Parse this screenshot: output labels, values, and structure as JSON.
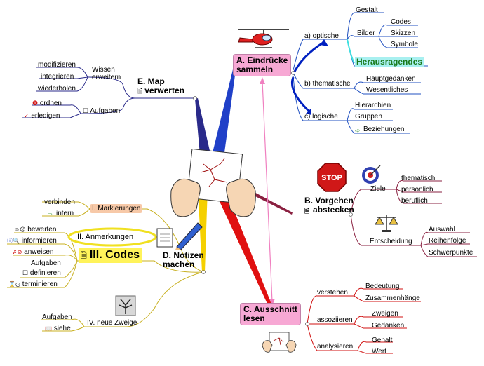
{
  "center": {
    "icon": "hands-holding-mindmap-icon"
  },
  "A": {
    "title_line1": "A. Eindrücke",
    "title_line2": "sammeln",
    "icon": "helicopter-icon",
    "optische": {
      "label": "a) optische",
      "gestalt": "Gestalt",
      "bilder": "Bilder",
      "bilder_items": [
        "Codes",
        "Skizzen",
        "Symbole"
      ],
      "herausragendes": "Herausragendes"
    },
    "thematische": {
      "label": "b) thematische",
      "items": [
        "Hauptgedanken",
        "Wesentliches"
      ]
    },
    "logische": {
      "label": "c) logische",
      "items": [
        "Hierarchien",
        "Gruppen",
        "Beziehungen"
      ]
    }
  },
  "B": {
    "title_line1": "B. Vorgehen",
    "title_line2": "abstecken",
    "stop_sign": "STOP",
    "ziele": {
      "label": "Ziele",
      "items": [
        "thematisch",
        "persönlich",
        "beruflich"
      ]
    },
    "entscheidung": {
      "label": "Entscheidung",
      "items": [
        "Auswahl",
        "Reihenfolge",
        "Schwerpunkte"
      ]
    }
  },
  "C": {
    "title_line1": "C. Ausschnitt",
    "title_line2": "lesen",
    "verstehen": {
      "label": "verstehen",
      "items": [
        "Bedeutung",
        "Zusammenhänge"
      ]
    },
    "assoziieren": {
      "label": "assoziieren",
      "items": [
        "Zweigen",
        "Gedanken"
      ]
    },
    "analysieren": {
      "label": "analysieren",
      "items": [
        "Gehalt",
        "Wert"
      ]
    }
  },
  "D": {
    "title_line1": "D. Notizen",
    "title_line2": "machen",
    "markierungen": {
      "label": "I. Markierungen",
      "items": [
        "verbinden",
        "intern"
      ]
    },
    "anmerkungen": "II. Anmerkungen",
    "codes": {
      "label": "III. Codes",
      "items": [
        "bewerten",
        "informieren",
        "anweisen",
        "Aufgaben",
        "definieren",
        "terminieren"
      ]
    },
    "neue_zweige": {
      "label": "IV. neue Zweige",
      "items": [
        "Aufgaben",
        "siehe"
      ]
    }
  },
  "E": {
    "title_line1": "E. Map",
    "title_line2": "verwerten",
    "wissen": {
      "label_line1": "Wissen",
      "label_line2": "erweitern",
      "items": [
        "modifizieren",
        "integrieren",
        "wiederholen"
      ]
    },
    "aufgaben": {
      "label": "Aufgaben",
      "items": [
        "ordnen",
        "erledigen"
      ]
    }
  },
  "colors": {
    "blue": "#2040c8",
    "navy": "#2a2a8a",
    "red": "#e01010",
    "yellow": "#f5d000",
    "maroon": "#8a2040",
    "pink": "#f7a8d4",
    "green_text": "#1a7a1a",
    "cyan_hl": "#a8f0f0"
  }
}
